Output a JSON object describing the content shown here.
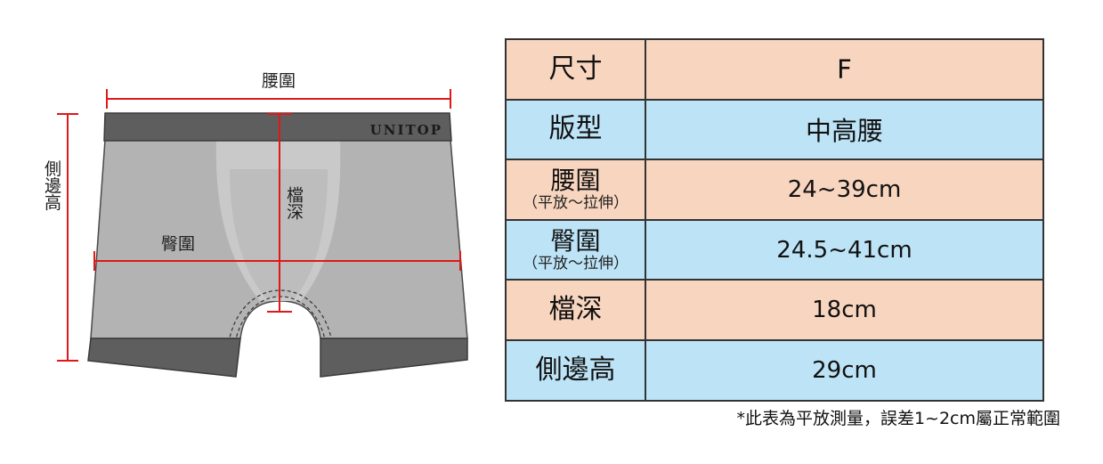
{
  "diagram": {
    "brand": "UNITOP",
    "labels": {
      "waist": "腰圍",
      "hip": "臀圍",
      "rise": "檔深",
      "side_height": "側邊高"
    },
    "colors": {
      "body": "#b3b3b3",
      "band": "#5e5e5e",
      "inner_shape": "#c9c9c9",
      "measure_line": "#e01818"
    }
  },
  "table": {
    "rows": [
      {
        "key": "尺寸",
        "sub": "",
        "value": "F",
        "color": "peach"
      },
      {
        "key": "版型",
        "sub": "",
        "value": "中高腰",
        "color": "blue"
      },
      {
        "key": "腰圍",
        "sub": "（平放～拉伸）",
        "value": "24~39cm",
        "color": "peach"
      },
      {
        "key": "臀圍",
        "sub": "（平放～拉伸）",
        "value": "24.5~41cm",
        "color": "blue"
      },
      {
        "key": "檔深",
        "sub": "",
        "value": "18cm",
        "color": "peach"
      },
      {
        "key": "側邊高",
        "sub": "",
        "value": "29cm",
        "color": "blue"
      }
    ]
  },
  "note": "*此表為平放測量，誤差1~2cm屬正常範圍"
}
